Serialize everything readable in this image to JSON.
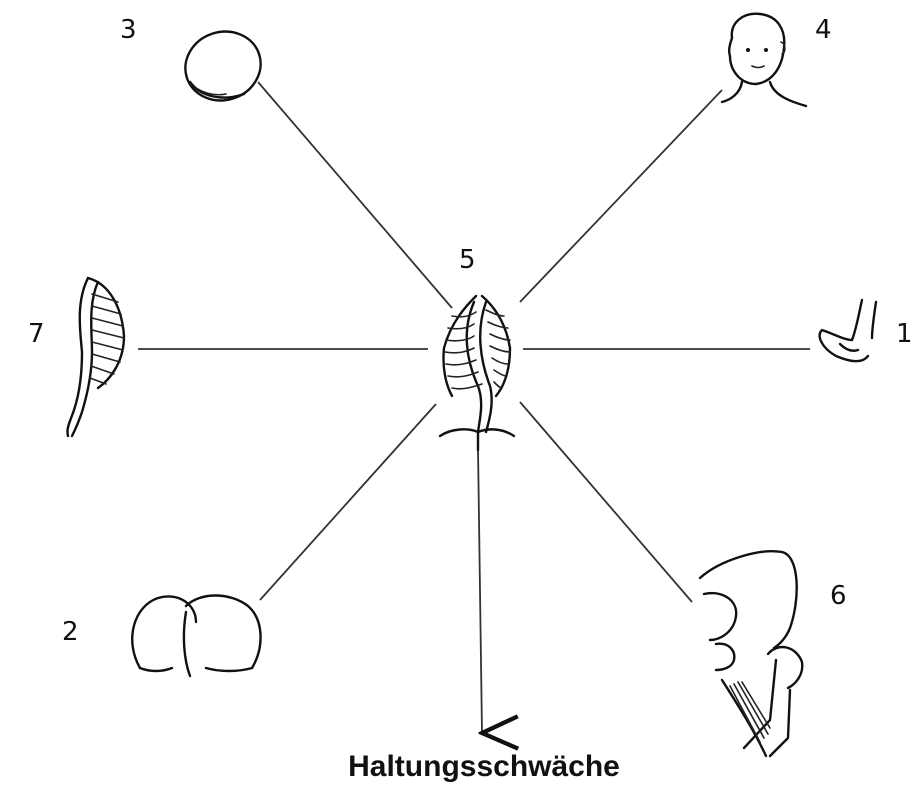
{
  "diagram": {
    "center": {
      "label": "5",
      "icon": "spine-ribcage-icon"
    },
    "nodes": [
      {
        "id": "n3",
        "label": "3",
        "icon": "skull-top-icon"
      },
      {
        "id": "n4",
        "label": "4",
        "icon": "child-head-icon"
      },
      {
        "id": "n7",
        "label": "7",
        "icon": "spine-side-profile-icon"
      },
      {
        "id": "n1",
        "label": "1",
        "icon": "foot-icon"
      },
      {
        "id": "n2",
        "label": "2",
        "icon": "buttocks-icon"
      },
      {
        "id": "n6",
        "label": "6",
        "icon": "hip-joint-icon"
      }
    ],
    "caption": "Haltungsschwäche"
  }
}
